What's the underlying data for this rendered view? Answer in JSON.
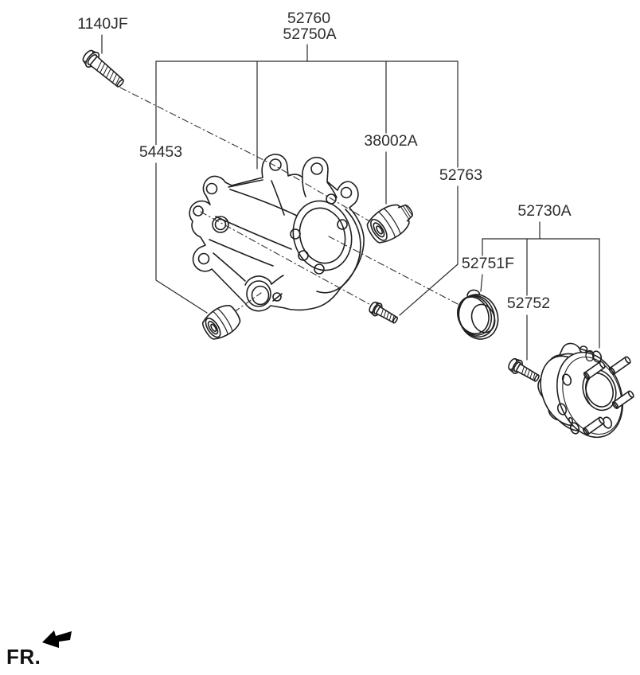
{
  "diagram_type": "vehicle-rear-axle-parts-diagram",
  "colors": {
    "background": "#ffffff",
    "line_art": "#1f1f1f",
    "leader_line": "#2a2a2a",
    "text": "#2d2d2d"
  },
  "part_labels": {
    "flange_bolt": "1140JF",
    "carrier_kit": "52760",
    "carrier": "52750A",
    "trailing_arm_bushing": "54453",
    "assist_arm_bushing": "38002A",
    "hub_mounting_bolt": "52763",
    "hub_bearing_assembly": "52730A",
    "dust_cover": "52751F",
    "wheel_stud": "52752"
  },
  "direction_indicator": {
    "label": "FR."
  }
}
